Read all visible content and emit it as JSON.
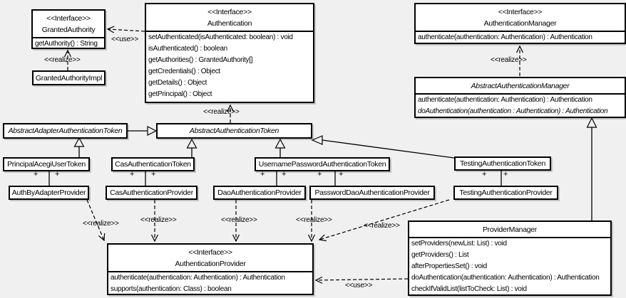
{
  "colors": {
    "background": "#f0f0f0",
    "box_fill": "#ffffff",
    "line": "#000000",
    "text": "#000000"
  },
  "stereotype_interface": "<<Interface>>",
  "plus_sign": "+",
  "classes": [
    {
      "id": "GrantedAuthority",
      "stereotype": "<<Interface>>",
      "name": "GrantedAuthority",
      "methods": [
        "getAuthority() : String"
      ]
    },
    {
      "id": "GrantedAuthorityImpl",
      "name": "GrantedAuthorityImpl",
      "methods": []
    },
    {
      "id": "Authentication",
      "stereotype": "<<Interface>>",
      "name": "Authentication",
      "methods": [
        "setAuthenticated(isAuthenticated: boolean) : void",
        "isAuthenticated() : boolean",
        "getAuthorities() : GrantedAuthority[]",
        "getCredentials() : Object",
        "getDetails() : Object",
        "getPrincipal() : Object"
      ]
    },
    {
      "id": "AuthenticationManager",
      "stereotype": "<<Interface>>",
      "name": "AuthenticationManager",
      "methods": [
        "authenticate(authentication: Authentication) : Authentication"
      ]
    },
    {
      "id": "AbstractAuthenticationManager",
      "name": "AbstractAuthenticationManager",
      "abstract": true,
      "methods": [
        "authenticate(authentication: Authentication) : Authentication",
        "doAuthentication(authentication : Authentication) : Authentication"
      ]
    },
    {
      "id": "AbstractAdapterAuthenticationToken",
      "name": "AbstractAdapterAuthenticationToken",
      "abstract": true,
      "methods": []
    },
    {
      "id": "AbstractAuthenticationToken",
      "name": "AbstractAuthenticationToken",
      "abstract": true,
      "methods": []
    },
    {
      "id": "PrincipalAcegiUserToken",
      "name": "PrincipalAcegiUserToken",
      "methods": []
    },
    {
      "id": "CasAuthenticationToken",
      "name": "CasAuthenticationToken",
      "methods": []
    },
    {
      "id": "UsernamePasswordAuthenticationToken",
      "name": "UsernamePasswordAuthenticationToken",
      "methods": []
    },
    {
      "id": "TestingAuthenticationToken",
      "name": "TestingAuthenticationToken",
      "methods": []
    },
    {
      "id": "AuthByAdapterProvider",
      "name": "AuthByAdapterProvider",
      "methods": []
    },
    {
      "id": "CasAuthenticationProvider",
      "name": "CasAuthenticationProvider",
      "methods": []
    },
    {
      "id": "DaoAuthenticationProvider",
      "name": "DaoAuthenticationProvider",
      "methods": []
    },
    {
      "id": "PasswordDaoAuthenticationProvider",
      "name": "PasswordDaoAuthenticationProvider",
      "methods": []
    },
    {
      "id": "TestingAuthenticationProvider",
      "name": "TestingAuthenticationProvider",
      "methods": []
    },
    {
      "id": "AuthenticationProvider",
      "stereotype": "<<Interface>>",
      "name": "AuthenticationProvider",
      "methods": [
        "authenticate(authentication: Authentication) : Authentication",
        "supports(authentication: Class) : boolean"
      ]
    },
    {
      "id": "ProviderManager",
      "name": "ProviderManager",
      "methods": [
        "setProviders(newList: List) : void",
        "getProviders() : List",
        "afterPropertiesSet() : void",
        "doAuthentication(authentication: Authentication) : Authentication",
        "checkIfValidList(listToCheck: List) : void"
      ]
    }
  ],
  "edge_labels": [
    {
      "text": "<<use>>"
    },
    {
      "text": "<<realize>>"
    },
    {
      "text": "<<realize>>"
    },
    {
      "text": "<<realize>>"
    },
    {
      "text": "<<realize>>"
    },
    {
      "text": "<<realize>>"
    },
    {
      "text": "<<realize>>"
    },
    {
      "text": "<<realize>>"
    },
    {
      "text": "<<realize>>"
    },
    {
      "text": "<<use>>"
    }
  ],
  "relationships": [
    {
      "from": "Authentication",
      "to": "GrantedAuthority",
      "type": "use"
    },
    {
      "from": "GrantedAuthorityImpl",
      "to": "GrantedAuthority",
      "type": "realize"
    },
    {
      "from": "AbstractAuthenticationToken",
      "to": "Authentication",
      "type": "realize"
    },
    {
      "from": "AbstractAuthenticationManager",
      "to": "AuthenticationManager",
      "type": "realize"
    },
    {
      "from": "AbstractAdapterAuthenticationToken",
      "to": "AbstractAuthenticationToken",
      "type": "generalization"
    },
    {
      "from": "PrincipalAcegiUserToken",
      "to": "AbstractAdapterAuthenticationToken",
      "type": "generalization"
    },
    {
      "from": "CasAuthenticationToken",
      "to": "AbstractAuthenticationToken",
      "type": "generalization"
    },
    {
      "from": "UsernamePasswordAuthenticationToken",
      "to": "AbstractAuthenticationToken",
      "type": "generalization"
    },
    {
      "from": "TestingAuthenticationToken",
      "to": "AbstractAuthenticationToken",
      "type": "generalization"
    },
    {
      "from": "PrincipalAcegiUserToken",
      "to": "AuthByAdapterProvider",
      "type": "association"
    },
    {
      "from": "CasAuthenticationToken",
      "to": "CasAuthenticationProvider",
      "type": "association"
    },
    {
      "from": "UsernamePasswordAuthenticationToken",
      "to": "DaoAuthenticationProvider",
      "type": "association"
    },
    {
      "from": "UsernamePasswordAuthenticationToken",
      "to": "PasswordDaoAuthenticationProvider",
      "type": "association"
    },
    {
      "from": "TestingAuthenticationToken",
      "to": "TestingAuthenticationProvider",
      "type": "association"
    },
    {
      "from": "AuthByAdapterProvider",
      "to": "AuthenticationProvider",
      "type": "realize"
    },
    {
      "from": "CasAuthenticationProvider",
      "to": "AuthenticationProvider",
      "type": "realize"
    },
    {
      "from": "DaoAuthenticationProvider",
      "to": "AuthenticationProvider",
      "type": "realize"
    },
    {
      "from": "PasswordDaoAuthenticationProvider",
      "to": "AuthenticationProvider",
      "type": "realize"
    },
    {
      "from": "TestingAuthenticationProvider",
      "to": "AuthenticationProvider",
      "type": "realize"
    },
    {
      "from": "ProviderManager",
      "to": "AbstractAuthenticationManager",
      "type": "generalization"
    },
    {
      "from": "ProviderManager",
      "to": "AuthenticationProvider",
      "type": "use"
    }
  ]
}
